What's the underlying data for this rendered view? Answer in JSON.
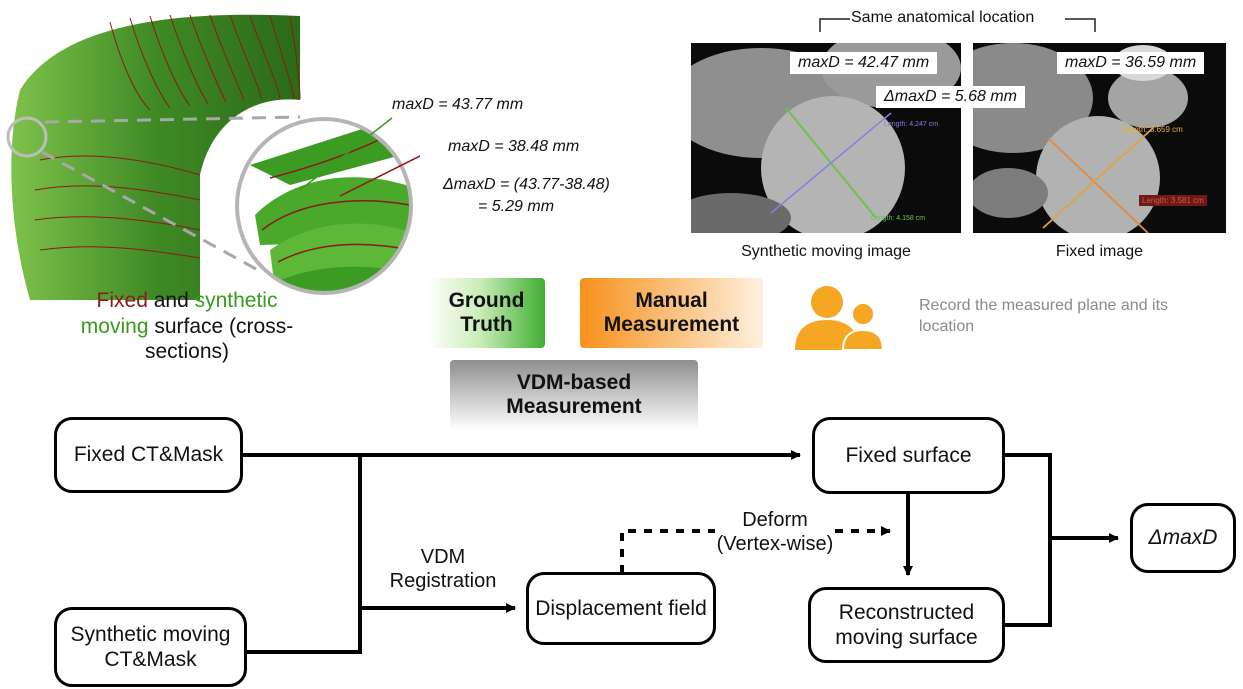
{
  "colors": {
    "green": "#3a9a1f",
    "red": "#8b1a1a",
    "orange": "#f39a2a",
    "gray_note": "#8a8a8a",
    "purple_line": "#8c7de0",
    "yellow_line": "#e0a43a"
  },
  "surface_figure": {
    "caption": {
      "fixed": "Fixed",
      "and": " and ",
      "synthetic": "synthetic",
      "moving": "moving",
      "rest": " surface (cross-sections)"
    },
    "annotations": {
      "max_green": "maxD = 43.77 mm",
      "max_red": "maxD = 38.48 mm",
      "delta_line1": "ΔmaxD = (43.77-38.48)",
      "delta_line2": "= 5.29 mm"
    }
  },
  "ct_figure": {
    "bracket_label": "Same anatomical location",
    "synthetic": {
      "maxd": "maxD = 42.47 mm",
      "caption": "Synthetic moving image",
      "len1": "Length: 4.247 cm",
      "len2": "Length: 4.158 cm"
    },
    "fixed": {
      "maxd": "maxD = 36.59 mm",
      "caption": "Fixed image",
      "len1": "Length: 3.659 cm",
      "len2": "Length: 3.581 cm"
    },
    "delta": "ΔmaxD  =  5.68 mm"
  },
  "legend": {
    "ground_truth": "Ground Truth",
    "manual": "Manual Measurement",
    "vdm": "VDM-based Measurement",
    "note": "Record the measured plane and its location",
    "person_icon": "people-icon"
  },
  "flow": {
    "fixed_ct": "Fixed CT&Mask",
    "synthetic_ct": "Synthetic moving CT&Mask",
    "displacement": "Displacement field",
    "fixed_surface": "Fixed surface",
    "reconstructed": "Reconstructed moving surface",
    "delta": "ΔmaxD",
    "vdm_label": "VDM Registration",
    "deform_label": "Deform (Vertex-wise)"
  }
}
